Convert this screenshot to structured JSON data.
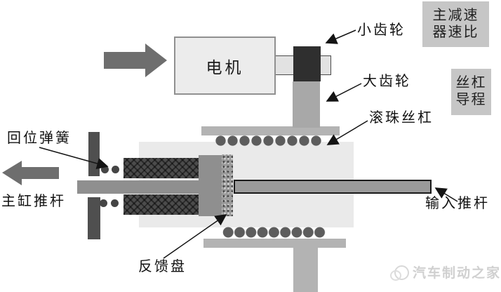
{
  "labels": {
    "motor": "电机",
    "small_gear": "小齿轮",
    "large_gear": "大齿轮",
    "ball_screw": "滚珠丝杠",
    "return_spring": "回位弹簧",
    "master_cylinder_rod": "主缸推杆",
    "input_rod": "输入推杆",
    "feedback_disc": "反馈盘"
  },
  "param_boxes": {
    "reducer_ratio": {
      "line1": "主减速",
      "line2": "器速比"
    },
    "screw_lead": {
      "line1": "丝杠",
      "line2": "导程"
    }
  },
  "watermark": {
    "text": "汽车制动之家"
  },
  "colors": {
    "flow_arrow": "#6e6e6e",
    "param_box_bg": "#c6c6c6",
    "housing_bg": "#eaeaea",
    "gear_dark": "#2f2f2f",
    "gear_light": "#a8a8a8",
    "metal_mid": "#8f8f8f",
    "spring_block": "#4c4c4c",
    "watermark_text": "#d0d0d0"
  }
}
